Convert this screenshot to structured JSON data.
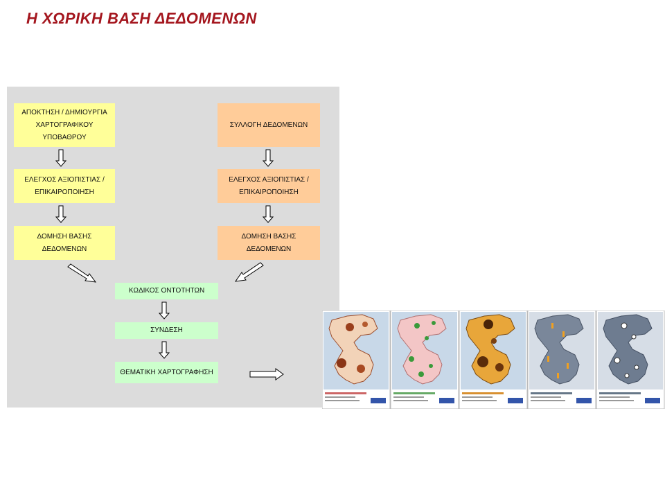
{
  "title": "Η ΧΩΡΙΚΗ ΒΑΣΗ ΔΕΔΟΜΕΝΩΝ",
  "left_column": {
    "box1": "ΑΠΟΚΤΗΣΗ / ΔΗΜΙΟΥΡΓΙΑ\nΧΑΡΤΟΓΡΑΦΙΚΟΥ\nΥΠΟΒΑΘΡΟΥ",
    "box2": "ΕΛΕΓΧΟΣ ΑΞΙΟΠΙΣΤΙΑΣ /\nΕΠΙΚΑΙΡΟΠΟΙΗΣΗ",
    "box3": "ΔΟΜΗΣΗ ΒΑΣΗΣ\nΔΕΔΟΜΕΝΩΝ"
  },
  "right_column": {
    "box1": "ΣΥΛΛΟΓΗ ΔΕΔΟΜΕΝΩΝ",
    "box2": "ΕΛΕΓΧΟΣ ΑΞΙΟΠΙΣΤΙΑΣ /\nΕΠΙΚΑΙΡΟΠΟΙΗΣΗ",
    "box3": "ΔΟΜΗΣΗ ΒΑΣΗΣ\nΔΕΔΟΜΕΝΩΝ"
  },
  "center_column": {
    "box1": "ΚΩΔΙΚΟΣ ΟΝΤΟΤΗΤΩΝ",
    "box2": "ΣΥΝΔΕΣΗ",
    "box3": "ΘΕΜΑΤΙΚΗ ΧΑΡΤΟΓΡΑΦΗΣΗ"
  },
  "colors": {
    "title": "#a4161e",
    "panel": "#dcdcdc",
    "left_boxes": "#ffff99",
    "right_boxes": "#ffcc99",
    "center_boxes": "#ccffcc"
  },
  "maps": {
    "count": 5,
    "themes": [
      "brown",
      "green",
      "orange",
      "blue-grey",
      "blue-grey-symbols"
    ]
  }
}
